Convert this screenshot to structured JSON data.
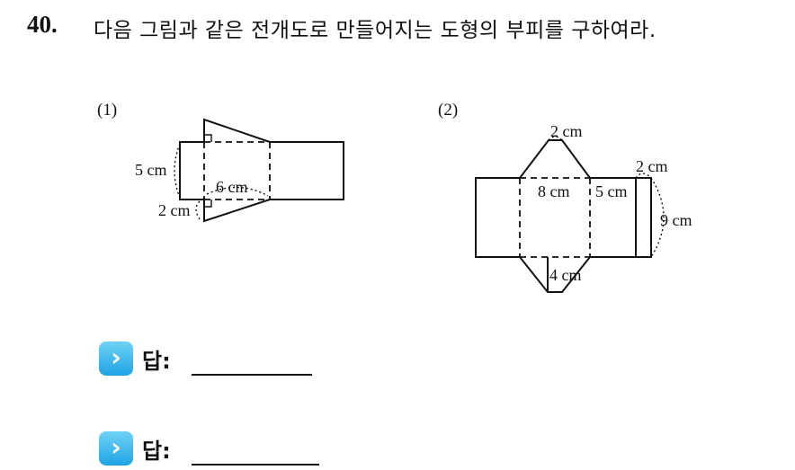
{
  "question": {
    "number": "40.",
    "text": "다음 그림과 같은 전개도로 만들어지는 도형의 부피를 구하여라."
  },
  "figure1": {
    "label": "(1)",
    "dims": {
      "height": "5 cm",
      "width": "6 cm",
      "short": "2 cm"
    }
  },
  "figure2": {
    "label": "(2)",
    "dims": {
      "top": "2 cm",
      "side_top": "2 cm",
      "length": "8 cm",
      "side": "5 cm",
      "height": "9 cm",
      "bottom": "4 cm"
    }
  },
  "answers": [
    {
      "label": "답:",
      "value": ""
    },
    {
      "label": "답:",
      "value": ""
    }
  ]
}
